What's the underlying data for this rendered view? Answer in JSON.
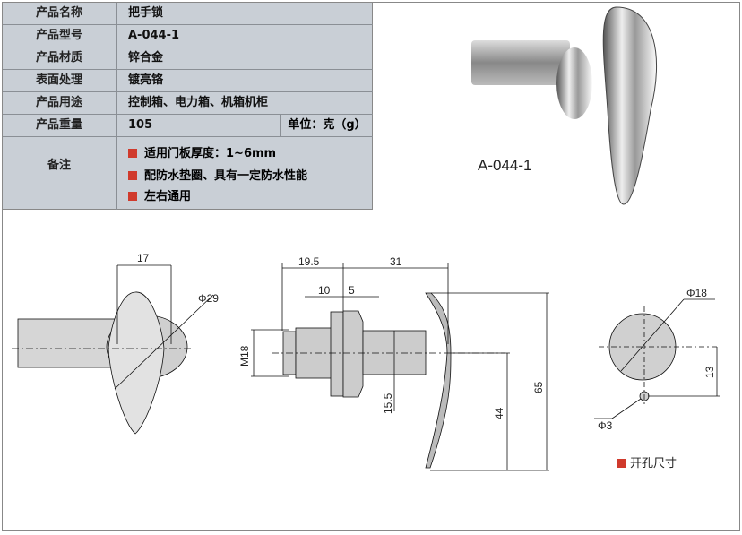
{
  "spec": {
    "rows": [
      {
        "label": "产品名称",
        "value": "把手锁"
      },
      {
        "label": "产品型号",
        "value": "A-044-1"
      },
      {
        "label": "产品材质",
        "value": "锌合金"
      },
      {
        "label": "表面处理",
        "value": "镀亮铬"
      },
      {
        "label": "产品用途",
        "value": "控制箱、电力箱、机箱机柜"
      },
      {
        "label": "产品重量",
        "value": "105",
        "unit": "单位：克（g）"
      }
    ],
    "notes_label": "备注",
    "notes": [
      "适用门板厚度：1~6mm",
      "配防水垫圈、具有一定防水性能",
      "左右通用"
    ]
  },
  "photo": {
    "caption": "A-044-1"
  },
  "drawing": {
    "front": {
      "width": "17",
      "dia": "Φ29"
    },
    "side": {
      "d1": "19.5",
      "d2": "31",
      "d3": "10",
      "d4": "5",
      "thread": "M18",
      "shaft": "15.5",
      "h1": "44",
      "h2": "65"
    },
    "cutout": {
      "dia": "Φ18",
      "offset": "13",
      "hole": "Φ3",
      "label": "开孔尺寸"
    }
  },
  "colors": {
    "accent": "#d03a2c",
    "table_bg": "#c9cfd6"
  }
}
